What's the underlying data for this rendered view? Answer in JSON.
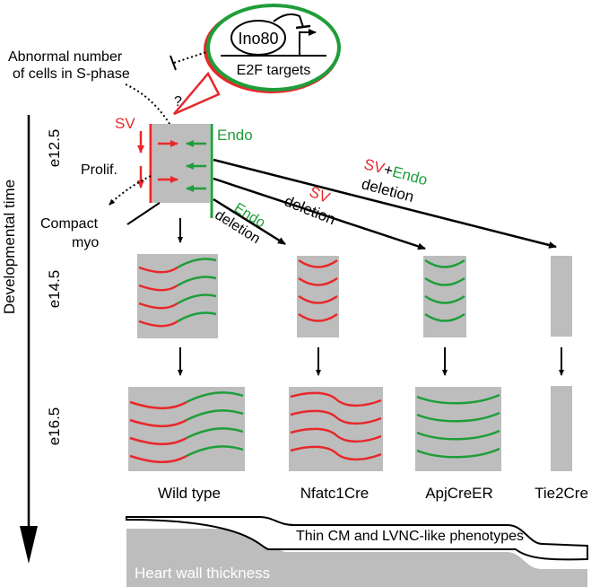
{
  "colors": {
    "sv": "#e8282b",
    "endo": "#1e9e3a",
    "gray": "#bdbdbd",
    "black": "#000000"
  },
  "inset": {
    "gene": "Ino80",
    "targets": "E2F targets"
  },
  "annotations": {
    "abnormal_line1": "Abnormal number",
    "abnormal_line2": "of cells in S-phase",
    "question": "?",
    "sv": "SV",
    "endo": "Endo",
    "prolif": "Prolif.",
    "compact_line1": "Compact",
    "compact_line2": "myo"
  },
  "time_axis": {
    "label": "Developmental time",
    "stages": [
      "e12.5",
      "e14.5",
      "e16.5"
    ]
  },
  "deletion_labels": {
    "endo_word": "Endo",
    "sv_word": "SV",
    "plus": "+",
    "deletion": "deletion"
  },
  "genotypes": [
    "Wild type",
    "Nfatc1Cre",
    "ApjCreER",
    "Tie2Cre"
  ],
  "bottom": {
    "phenotype_label": "Thin CM and LVNC-like phenotypes",
    "thickness_label": "Heart wall thickness"
  }
}
